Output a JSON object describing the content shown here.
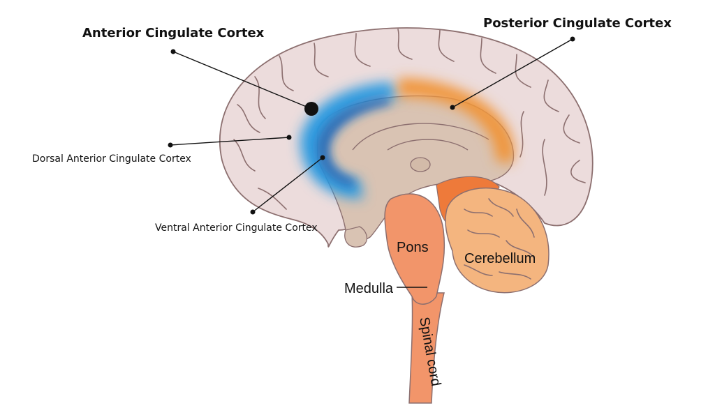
{
  "labels": {
    "anterior_cingulate": "Anterior Cingulate Cortex",
    "posterior_cingulate": "Posterior Cingulate Cortex",
    "dorsal_anterior": "Dorsal Anterior Cingulate Cortex",
    "ventral_anterior": "Ventral Anterior Cingulate Cortex",
    "pons": "Pons",
    "cerebellum": "Cerebellum",
    "medulla": "Medulla",
    "spinal_cord": "Spinal cord"
  },
  "colors": {
    "cortex": "#ecdcdc",
    "cortex_outline": "#8c6f6f",
    "inner": "#d9c3b3",
    "anterior_cingulate": "#2f9be0",
    "anterior_cingulate_dark": "#1f5fb0",
    "posterior_cingulate": "#f0953a",
    "brainstem": "#f2956a",
    "cerebellum": "#f4b57f",
    "fourth_ventricle_region": "#ee7a3a"
  }
}
